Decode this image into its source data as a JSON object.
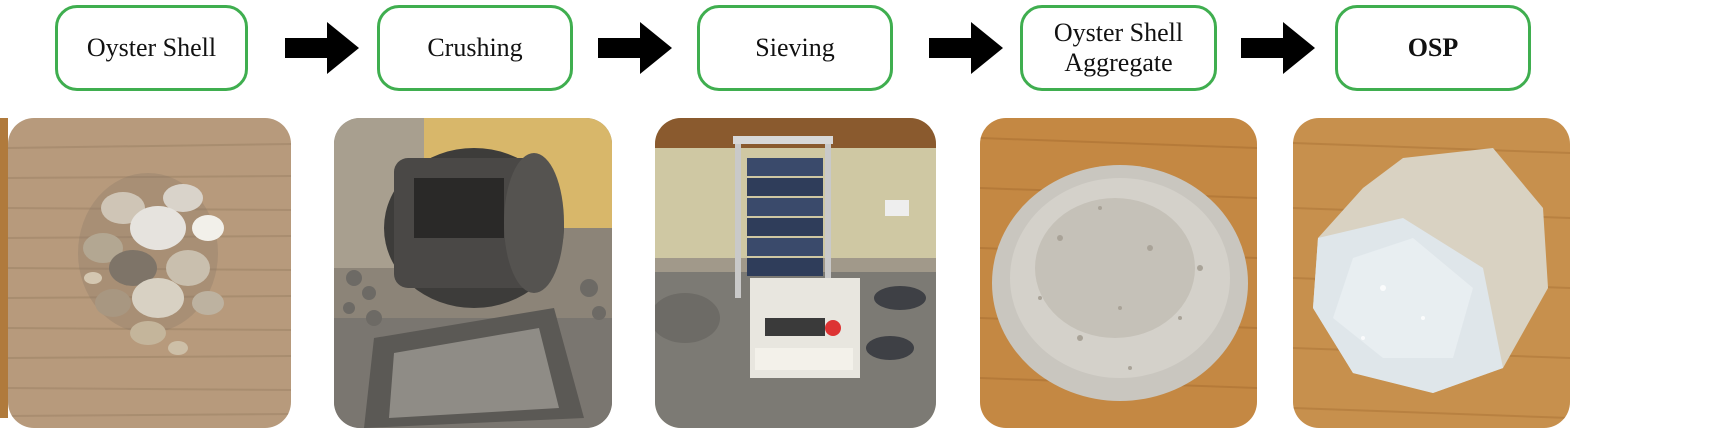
{
  "steps": [
    {
      "label": "Oyster Shell",
      "bold": false
    },
    {
      "label": "Crushing",
      "bold": false
    },
    {
      "label": "Sieving",
      "bold": false
    },
    {
      "label": "Oyster Shell\nAggregate",
      "bold": false
    },
    {
      "label": "OSP",
      "bold": true
    }
  ],
  "colors": {
    "box_border": "#3fae4f",
    "arrow": "#000000"
  },
  "photos": [
    {
      "depicts": "oyster-shells-on-cardboard"
    },
    {
      "depicts": "crushing-drum-machine"
    },
    {
      "depicts": "sieve-shaker-machine"
    },
    {
      "depicts": "aggregate-pile-on-wood"
    },
    {
      "depicts": "powder-pile-on-wood"
    }
  ]
}
